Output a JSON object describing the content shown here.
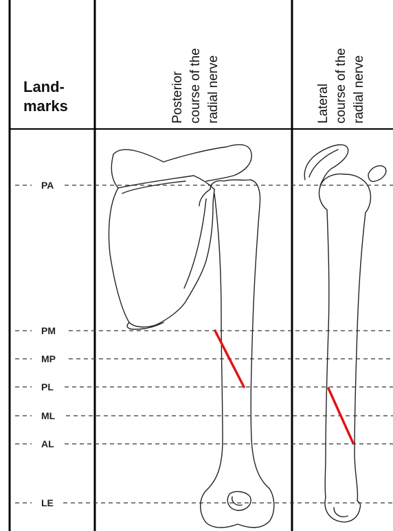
{
  "header": {
    "landmarks_line1": "Land-",
    "landmarks_line2": "marks",
    "posterior": [
      "Posterior",
      "course of the",
      "radial nerve"
    ],
    "lateral": [
      "Lateral",
      "course of the",
      "radial nerve"
    ]
  },
  "landmarks": [
    {
      "id": "pa",
      "label": "PA"
    },
    {
      "id": "pm",
      "label": "PM"
    },
    {
      "id": "mp",
      "label": "MP"
    },
    {
      "id": "pl",
      "label": "PL"
    },
    {
      "id": "ml",
      "label": "ML"
    },
    {
      "id": "al",
      "label": "AL"
    },
    {
      "id": "le",
      "label": "LE"
    }
  ],
  "colors": {
    "nerve": "#e01414",
    "bone_outline": "#222222",
    "rule": "#000000"
  },
  "nerve_segments": {
    "posterior": {
      "from": "PM",
      "to": "PL"
    },
    "lateral": {
      "from": "PL",
      "to": "AL"
    }
  }
}
